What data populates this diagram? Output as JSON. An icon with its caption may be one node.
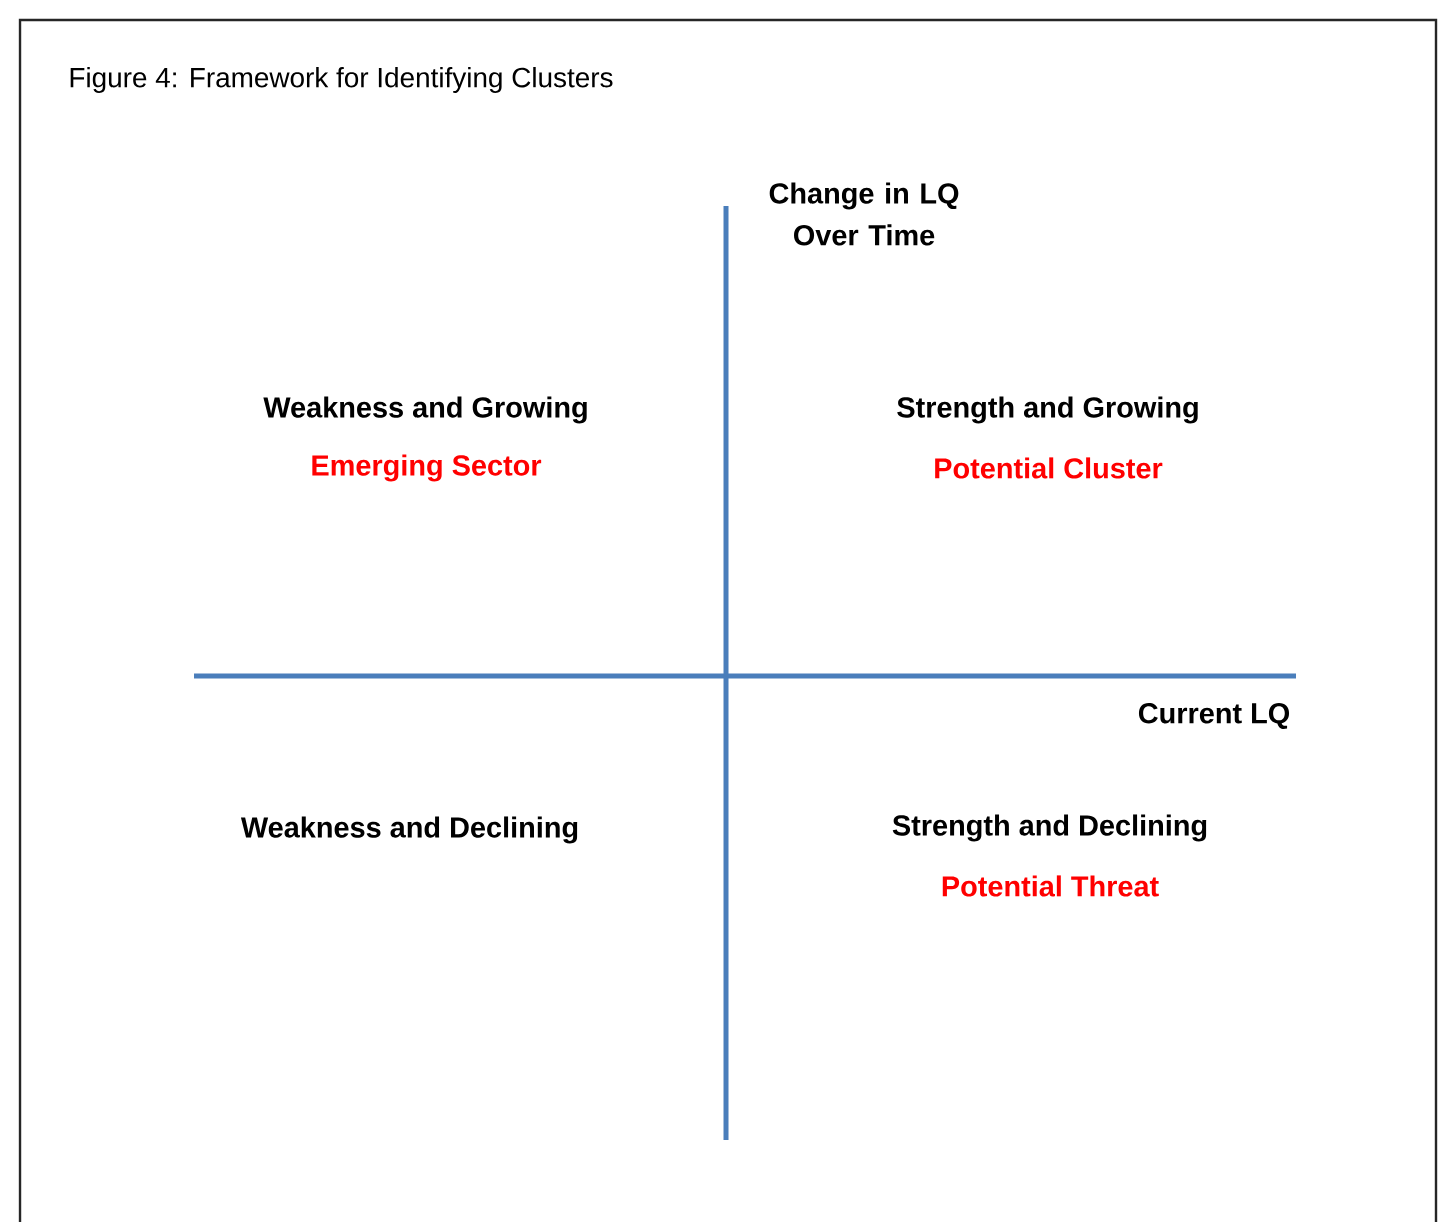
{
  "diagram": {
    "title": "Figure 4: Framework for Identifying Clusters",
    "labels": [
      "Change in LQ Over Time",
      "Weakness and Growing",
      "Strength and Growing",
      "Emerging Sector",
      "Potential Cluster",
      "Current LQ",
      "Weakness and Declining",
      "Strength and Declining",
      "Potential Threat"
    ]
  }
}
